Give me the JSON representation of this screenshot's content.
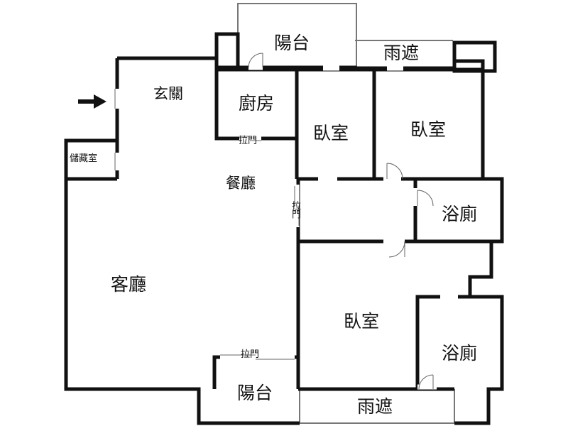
{
  "floor_plan": {
    "rooms": {
      "balcony_top": "陽台",
      "canopy_top": "雨遮",
      "entrance": "玄關",
      "kitchen": "廚房",
      "bedroom_a": "臥室",
      "bedroom_b": "臥室",
      "storage": "儲藏室",
      "dining": "餐廳",
      "bath_a": "浴廁",
      "living": "客廳",
      "bedroom_c": "臥室",
      "bath_b": "浴廁",
      "balcony_bottom": "陽台",
      "canopy_bottom": "雨遮"
    },
    "doors": {
      "sliding_kitchen": "拉門",
      "sliding_dining": "拉門",
      "sliding_balcony": "拉門"
    },
    "entry_arrow": "arrow-right-icon",
    "colors": {
      "wall": "#111111",
      "background": "#ffffff",
      "thin_line": "#777777"
    }
  }
}
